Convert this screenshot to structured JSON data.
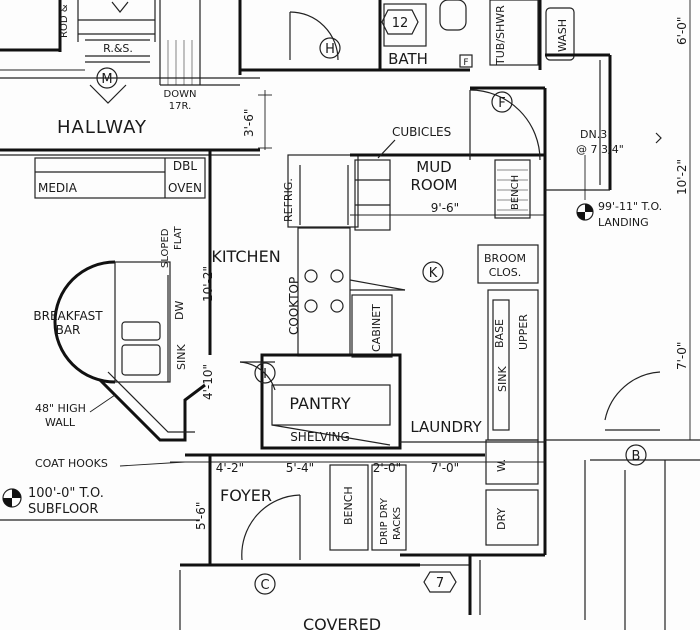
{
  "rooms": {
    "bath": "BATH",
    "hallway": "HALLWAY",
    "kitchen": "KITCHEN",
    "mud_room": [
      "MUD",
      "ROOM"
    ],
    "pantry": "PANTRY",
    "laundry": "LAUNDRY",
    "foyer": "FOYER",
    "breakfast_bar": [
      "BREAKFAST",
      "BAR"
    ],
    "covered": "COVERED"
  },
  "fixtures": {
    "tub_shower": "TUB/SHWR",
    "wash": "WASH",
    "media": "MEDIA",
    "dbl_oven": [
      "DBL",
      "OVEN"
    ],
    "refrig": "REFRIG.",
    "cooktop": "COOKTOP",
    "cabinet": "CABINET",
    "sink_kitchen": "SINK",
    "dw": "DW",
    "sink_laundry": "SINK",
    "base": "BASE",
    "upper": "UPPER",
    "broom_clos": [
      "BROOM",
      "CLOS."
    ],
    "bench_mud": "BENCH",
    "bench_foyer": "BENCH",
    "drip_dry_racks": [
      "DRIP DRY",
      "RACKS"
    ],
    "washer": "W.",
    "dryer": "DRY",
    "shelving": "SHELVING",
    "rod": "ROD &",
    "r_s": "R.&S.",
    "sloped_flat": [
      "SLOPED",
      "FLAT"
    ],
    "cubicles": "CUBICLES",
    "high_wall": [
      "48\" HIGH",
      "WALL"
    ],
    "coat_hooks": "COAT HOOKS",
    "stair_down": [
      "DOWN",
      "17R."
    ],
    "stair_landing_dn": [
      "DN.3",
      "@ 7 3/4\""
    ]
  },
  "levels": {
    "subfloor_elev": "100'-0\" T.O.",
    "subfloor_label": "SUBFLOOR",
    "landing_elev": "99'-11\" T.O.",
    "landing_label": "LANDING"
  },
  "dimensions": {
    "hall_depth": "3'-6\"",
    "kitchen_depth": "10'-2\"",
    "bar_return": "4'-10\"",
    "mud_width": "9'-6\"",
    "foyer_seg1": "4'-2\"",
    "foyer_seg2": "5'-4\"",
    "foyer_seg3": "2'-0\"",
    "foyer_seg4": "7'-0\"",
    "foyer_depth": "5'-6\"",
    "right_top": "6'-0\"",
    "right_mid": "10'-2\"",
    "right_low": "7'-0\""
  },
  "door_tags": [
    "12",
    "H",
    "M",
    "F",
    "K",
    "I",
    "B",
    "C",
    "7"
  ],
  "misc": {
    "f_box": "F"
  }
}
